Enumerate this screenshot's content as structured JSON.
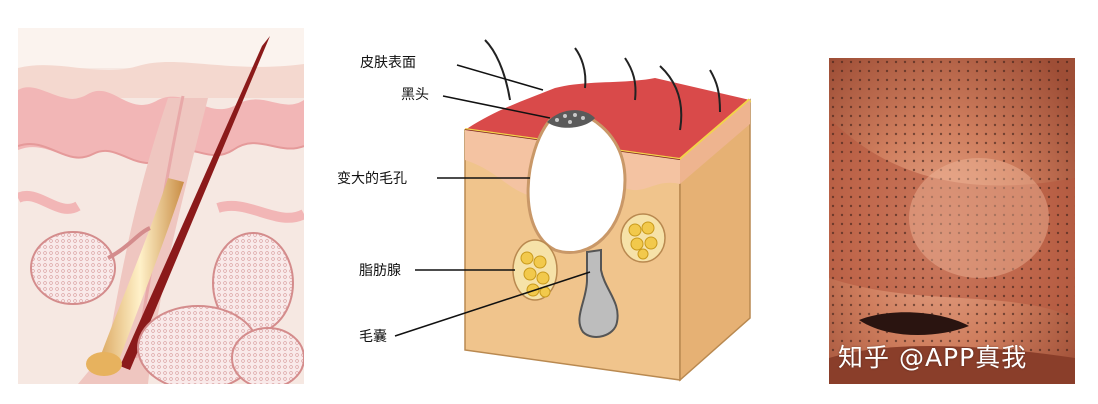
{
  "labels": {
    "skin_surface": "皮肤表面",
    "blackhead": "黑头",
    "enlarged_pore": "变大的毛孔",
    "sebaceous_gland": "脂肪腺",
    "hair_follicle": "毛囊"
  },
  "watermark": "知乎 @APP真我",
  "colors": {
    "dermis_tan": "#f0c48c",
    "epidermis_red": "#d94a4a",
    "sebum_yellow": "#f2c94c",
    "skin_pink": "#f2b6b6"
  }
}
